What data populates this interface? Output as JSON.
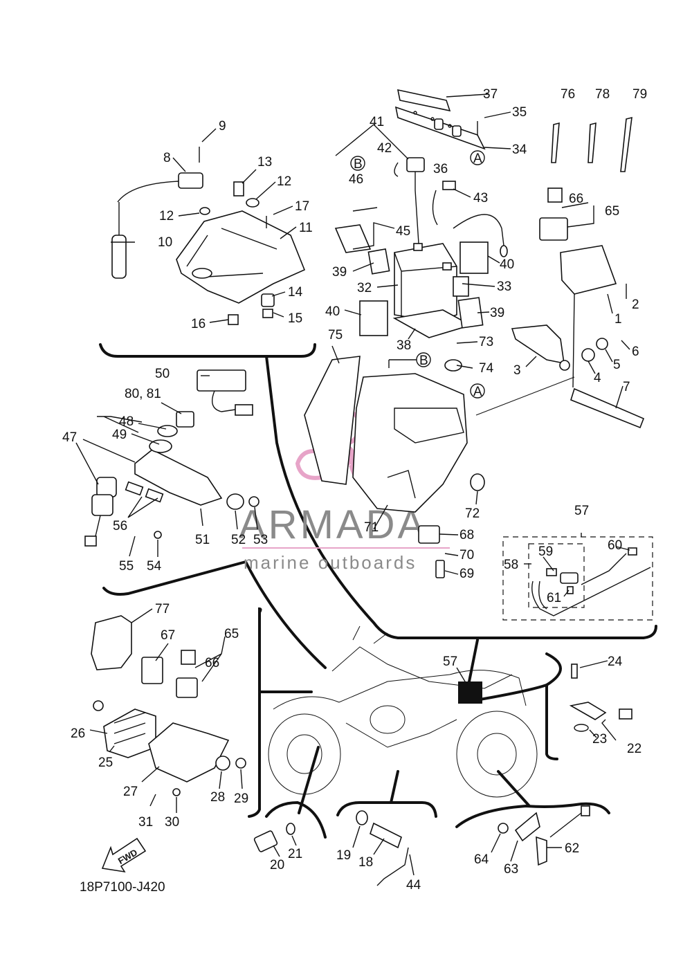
{
  "diagram_code": "18P7100-J420",
  "fwd_label": "FWD",
  "watermark": {
    "name": "ARMADA",
    "subtitle": "marine outboards",
    "color": "#e7a4c8"
  },
  "ref_markers": [
    "A",
    "B",
    "B",
    "A"
  ],
  "callouts": [
    "1",
    "2",
    "3",
    "4",
    "5",
    "6",
    "7",
    "8",
    "9",
    "10",
    "11",
    "12",
    "12",
    "13",
    "14",
    "15",
    "16",
    "17",
    "18",
    "19",
    "20",
    "21",
    "22",
    "23",
    "24",
    "25",
    "26",
    "27",
    "28",
    "29",
    "30",
    "31",
    "32",
    "33",
    "34",
    "35",
    "36",
    "37",
    "39",
    "39",
    "40",
    "40",
    "41",
    "42",
    "43",
    "44",
    "45",
    "46",
    "47",
    "48",
    "49",
    "50",
    "51",
    "52",
    "53",
    "54",
    "55",
    "56",
    "57",
    "57",
    "58",
    "59",
    "60",
    "61",
    "62",
    "63",
    "64",
    "65",
    "65",
    "66",
    "66",
    "67",
    "68",
    "69",
    "70",
    "71",
    "72",
    "73",
    "74",
    "75",
    "76",
    "77",
    "78",
    "79",
    "80, 81",
    "38"
  ]
}
